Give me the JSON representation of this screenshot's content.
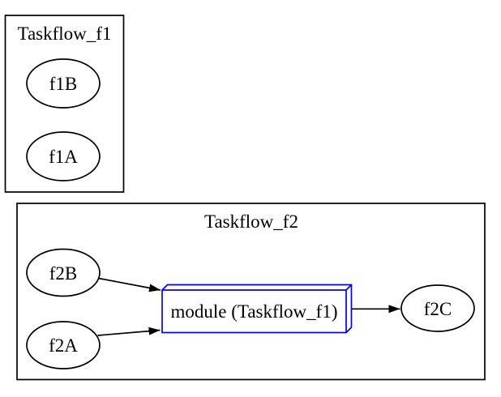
{
  "graph": {
    "clusters": [
      {
        "title": "Taskflow_f1",
        "nodes": [
          {
            "id": "f1B",
            "label": "f1B"
          },
          {
            "id": "f1A",
            "label": "f1A"
          }
        ]
      },
      {
        "title": "Taskflow_f2",
        "nodes": [
          {
            "id": "f2B",
            "label": "f2B"
          },
          {
            "id": "f2A",
            "label": "f2A"
          },
          {
            "id": "f2C",
            "label": "f2C"
          }
        ],
        "module": {
          "label": "module (Taskflow_f1)"
        }
      }
    ],
    "edges": [
      {
        "from": "f2B",
        "to": "module (Taskflow_f1)"
      },
      {
        "from": "f2A",
        "to": "module (Taskflow_f1)"
      },
      {
        "from": "module (Taskflow_f1)",
        "to": "f2C"
      }
    ],
    "colors": {
      "node_stroke": "#000000",
      "module_stroke": "#0000ff",
      "edge_stroke": "#000000",
      "text": "#000000",
      "background": "#ffffff"
    }
  }
}
